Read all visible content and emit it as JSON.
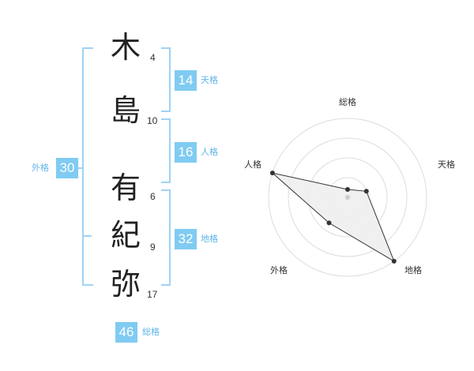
{
  "name": {
    "characters": [
      {
        "char": "木",
        "strokes": "4"
      },
      {
        "char": "島",
        "strokes": "10"
      },
      {
        "char": "有",
        "strokes": "6"
      },
      {
        "char": "紀",
        "strokes": "9"
      },
      {
        "char": "弥",
        "strokes": "17"
      }
    ]
  },
  "kaku": {
    "tenkaku": {
      "value": "14",
      "label": "天格"
    },
    "jinkaku": {
      "value": "16",
      "label": "人格"
    },
    "chikaku": {
      "value": "32",
      "label": "地格"
    },
    "gaikaku": {
      "value": "30",
      "label": "外格"
    },
    "soukaku": {
      "value": "46",
      "label": "総格"
    }
  },
  "chart_data": {
    "type": "radar",
    "axes": [
      "総格",
      "天格",
      "地格",
      "外格",
      "人格"
    ],
    "values": [
      0.1,
      0.25,
      1.0,
      0.4,
      1.0
    ],
    "range": [
      0,
      1
    ],
    "rings": 4,
    "colors": {
      "fill": "#eeeeee",
      "line": "#333333",
      "grid": "#dddddd",
      "point": "#333333"
    }
  },
  "colors": {
    "accent": "#7fcbf2",
    "bracket": "#9fd3f4",
    "label": "#5fb5e8"
  }
}
